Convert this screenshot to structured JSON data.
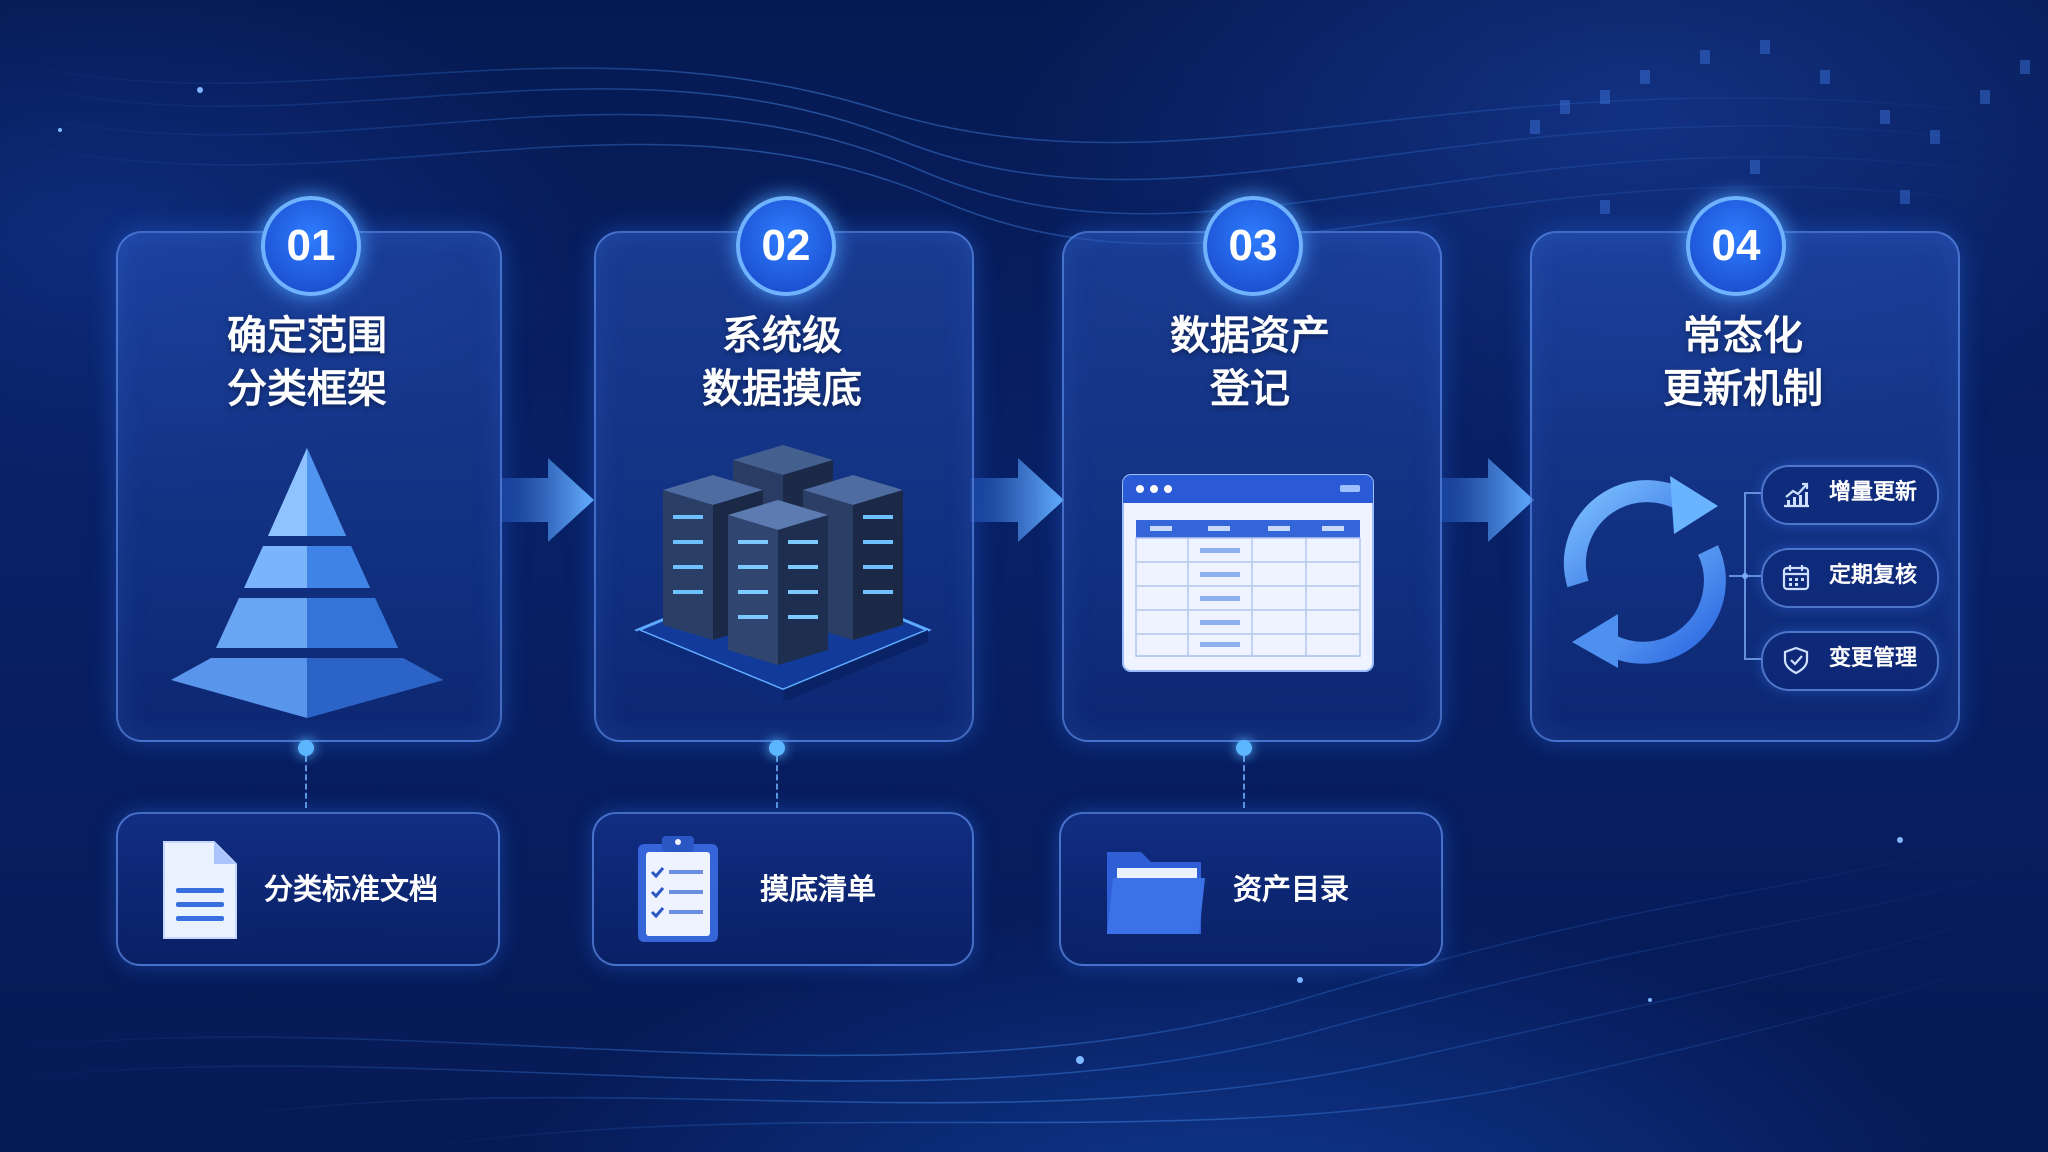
{
  "steps": [
    {
      "number": "01",
      "title_line1": "确定范围",
      "title_line2": "分类框架",
      "icon": "pyramid-icon"
    },
    {
      "number": "02",
      "title_line1": "系统级",
      "title_line2": "数据摸底",
      "icon": "server-rack-icon"
    },
    {
      "number": "03",
      "title_line1": "数据资产",
      "title_line2": "登记",
      "icon": "data-table-icon"
    },
    {
      "number": "04",
      "title_line1": "常态化",
      "title_line2": "更新机制",
      "icon": "refresh-cycle-icon"
    }
  ],
  "outputs": [
    {
      "label": "分类标准文档",
      "icon": "document-icon"
    },
    {
      "label": "摸底清单",
      "icon": "clipboard-checklist-icon"
    },
    {
      "label": "资产目录",
      "icon": "folder-icon"
    }
  ],
  "update_items": [
    {
      "label": "增量更新",
      "icon": "growth-chart-icon"
    },
    {
      "label": "定期复核",
      "icon": "calendar-icon"
    },
    {
      "label": "变更管理",
      "icon": "shield-check-icon"
    }
  ],
  "colors": {
    "background": "#061a52",
    "card_border": "#6ea0ff",
    "accent": "#2f7dff",
    "glow": "#5cb6ff"
  }
}
